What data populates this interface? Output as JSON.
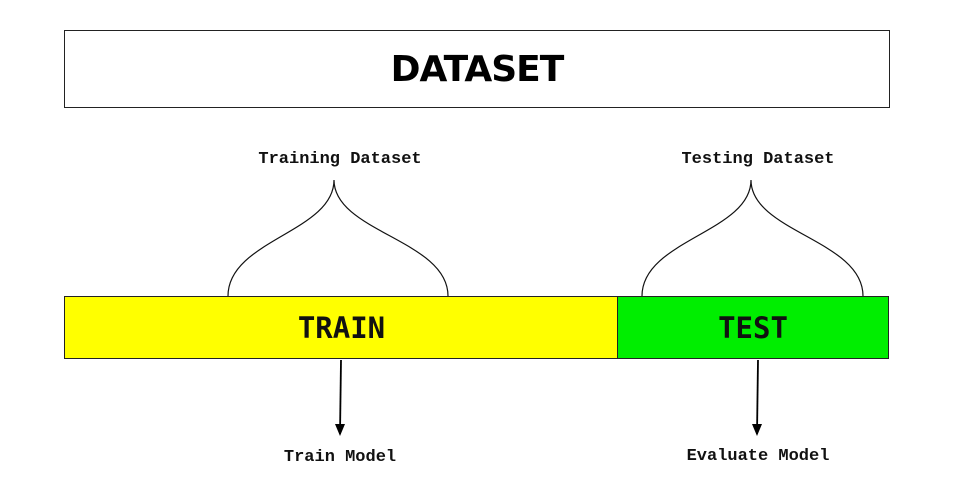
{
  "title": "DATASET",
  "segments": {
    "train": {
      "label": "TRAIN",
      "group_label": "Training Dataset",
      "output_label": "Train Model",
      "color": "#ffff00"
    },
    "test": {
      "label": "TEST",
      "group_label": "Testing Dataset",
      "output_label": "Evaluate Model",
      "color": "#00ee00"
    }
  }
}
